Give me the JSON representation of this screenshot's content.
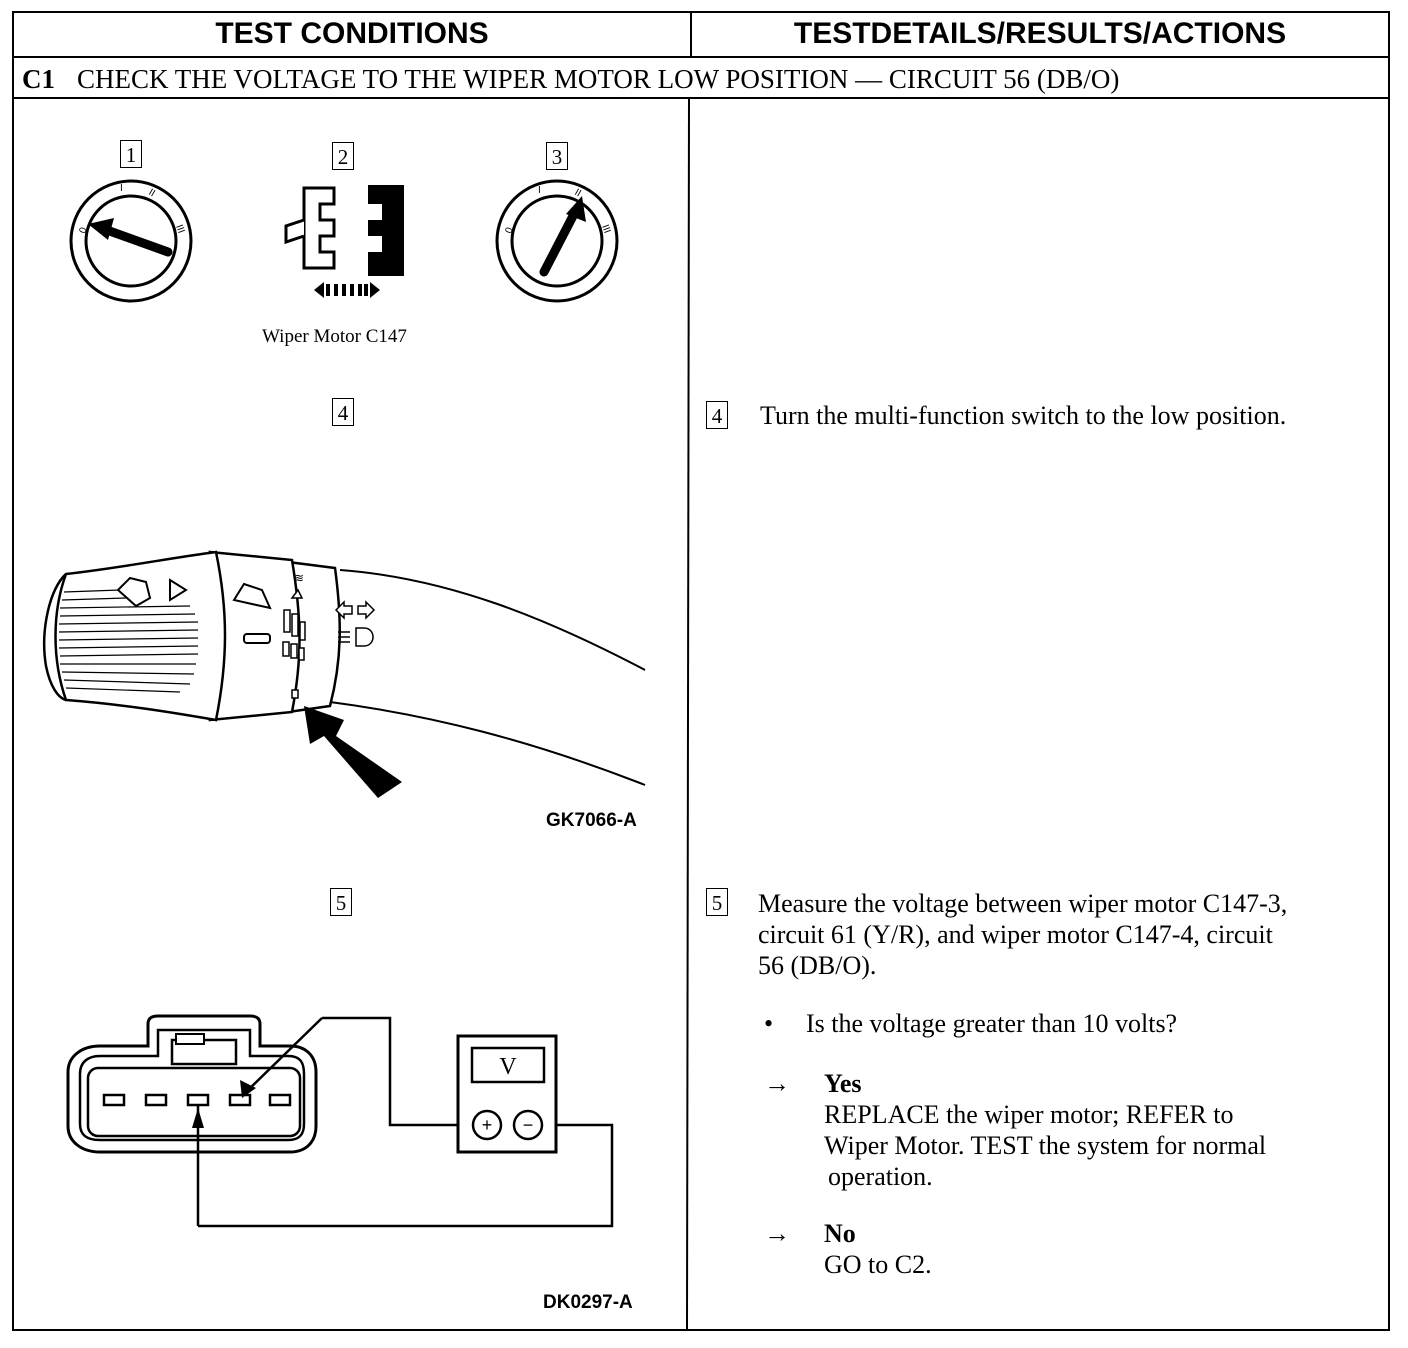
{
  "header": {
    "left": "TEST CONDITIONS",
    "right": "TESTDETAILS/RESULTS/ACTIONS"
  },
  "test": {
    "id": "C1",
    "title": "CHECK THE VOLTAGE TO THE WIPER MOTOR LOW POSITION — CIRCUIT 56 (DB/O)"
  },
  "figures": {
    "step_markers": [
      "1",
      "2",
      "3",
      "4",
      "5"
    ],
    "connector_caption": "Wiper Motor C147",
    "ignition_marks": [
      "0",
      "I",
      "II",
      "III"
    ],
    "switch_figure_id": "GK7066-A",
    "meter_label": "V",
    "meter_plus": "+",
    "meter_minus": "−",
    "circuit_figure_id": "DK0297-A"
  },
  "steps": [
    {
      "num": "4",
      "text": "Turn the multi-function switch to the low position."
    },
    {
      "num": "5",
      "lines": [
        "Measure the voltage between wiper motor C147-3,",
        "circuit 61 (Y/R), and wiper motor C147-4, circuit",
        "56 (DB/O)."
      ]
    }
  ],
  "question": "Is the voltage greater than 10 volts?",
  "results": [
    {
      "answer": "Yes",
      "lines": [
        "REPLACE the wiper motor; REFER to",
        "Wiper Motor. TEST the system for normal",
        "operation."
      ]
    },
    {
      "answer": "No",
      "lines": [
        "GO to C2."
      ]
    }
  ],
  "symbols": {
    "bullet": "•",
    "arrow": "→"
  }
}
